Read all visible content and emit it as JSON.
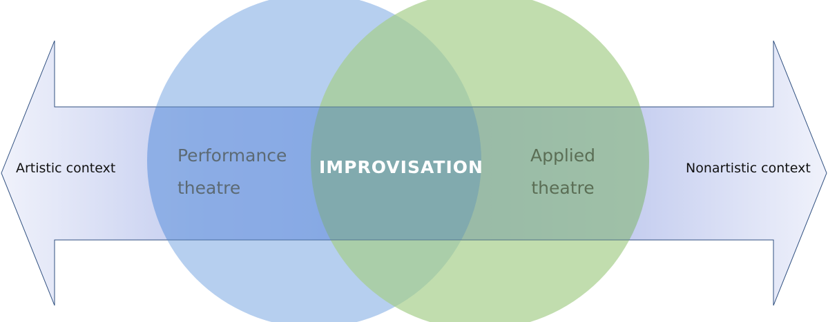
{
  "arrow": {
    "left_label": "Artistic context",
    "right_label": "Nonartistic context",
    "fill_color": "#c9d1f2",
    "stroke_color": "#2f4f7f"
  },
  "circles": {
    "left": {
      "label_line1": "Performance",
      "label_line2": "theatre",
      "color": "#8fb6e6"
    },
    "right": {
      "label_line1": "Applied",
      "label_line2": "theatre",
      "color": "#a6cf8b"
    }
  },
  "overlap": {
    "label": "IMPROVISATION",
    "color": "#6a9e86"
  }
}
